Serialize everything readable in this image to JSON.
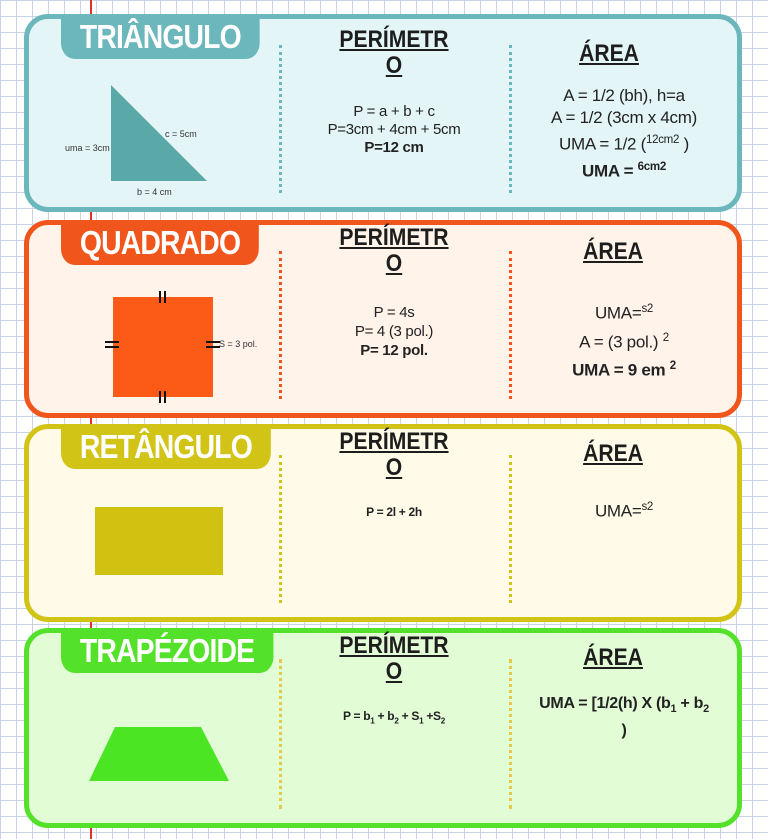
{
  "colors": {
    "triangle_border": "#6cb7bc",
    "triangle_bg": "#e4f5f7",
    "triangle_shape": "#5aa9a8",
    "square_border": "#f0561b",
    "square_bg": "#fff3ea",
    "square_shape": "#fb5a17",
    "rectangle_border": "#d2c416",
    "rectangle_bg": "#fffbe8",
    "rectangle_shape": "#d1c211",
    "trapezoid_border": "#54e12a",
    "trapezoid_bg": "#e2fcd6",
    "trapezoid_shape": "#4ce524"
  },
  "triangle": {
    "tag": "TRIÂNGULO",
    "label_a": "uma = 3cm",
    "label_c": "c = 5cm",
    "label_b": "b = 4 cm",
    "perimeter_title_1": "PERÍMETR",
    "perimeter_title_2": "O",
    "perimeter_lines": [
      "P = a + b + c",
      "P=3cm + 4cm + 5cm",
      "P=12 cm"
    ],
    "area_title": "ÁREA",
    "area_line1": "A = 1/2 (bh), h=a",
    "area_line2": "A = 1/2 (3cm x 4cm)",
    "area_line3_base": "UMA = 1/2 (",
    "area_line3_sup": "12cm2",
    "area_line3_end": ")",
    "area_line4_base": "UMA =",
    "area_line4_sup": "6cm2"
  },
  "square": {
    "tag": "QUADRADO",
    "side_label": "S = 3 pol.",
    "perimeter_title_1": "PERÍMETR",
    "perimeter_title_2": "O",
    "perimeter_lines": [
      "P = 4s",
      "P= 4 (3 pol.)",
      "P= 12 pol."
    ],
    "area_title": "ÁREA",
    "area_line1_base": "UMA=",
    "area_line1_sup": "s2",
    "area_line2_base": "A = (3 pol.)",
    "area_line2_sup": "2",
    "area_line3_base": "UMA = 9 em",
    "area_line3_sup": "2"
  },
  "rectangle": {
    "tag": "RETÂNGULO",
    "perimeter_title_1": "PERÍMETR",
    "perimeter_title_2": "O",
    "perimeter_line": "P = 2l + 2h",
    "area_title": "ÁREA",
    "area_line_base": "UMA=",
    "area_line_sup": "s2"
  },
  "trapezoid": {
    "tag": "TRAPÉZOIDE",
    "perimeter_title_1": "PERÍMETR",
    "perimeter_title_2": "O",
    "perimeter_p": "P = b",
    "perimeter_s1": "1",
    "perimeter_plus1": " + b",
    "perimeter_s2": "2",
    "perimeter_plus2": " + S",
    "perimeter_s3": "1",
    "perimeter_plus3": " +S",
    "perimeter_s4": "2",
    "area_title": "ÁREA",
    "area_a": "UMA = [1/2(h) X (b",
    "area_s1": "1",
    "area_b": " + b",
    "area_s2": "2",
    "area_end": ")"
  }
}
